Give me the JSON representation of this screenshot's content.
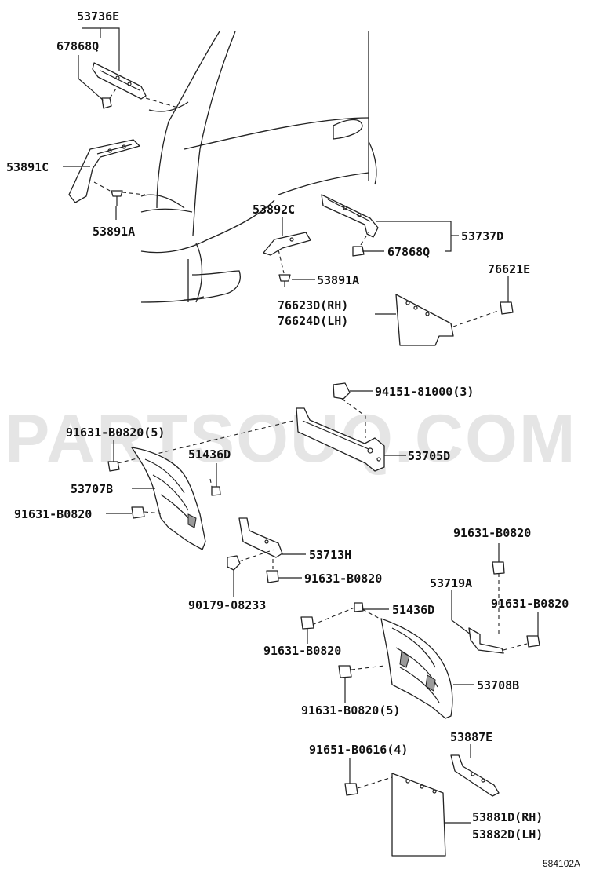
{
  "watermark": "PARTSOUQ.COM",
  "diagram_code": "584102A",
  "callouts": {
    "p53736E": "53736E",
    "p67868Q_top": "67868Q",
    "p53891C": "53891C",
    "p53891A_left": "53891A",
    "p53892C": "53892C",
    "p53737D": "53737D",
    "p67868Q_right": "67868Q",
    "p53891A_mid": "53891A",
    "p76621E": "76621E",
    "p76623D": "76623D(RH)",
    "p76624D": "76624D(LH)",
    "p94151": "94151-81000(3)",
    "p91631_top": "91631-B0820(5)",
    "p51436D_left": "51436D",
    "p53705D": "53705D",
    "p53707B": "53707B",
    "p91631_left": "91631-B0820",
    "p53713H": "53713H",
    "p91631_center": "91631-B0820",
    "p90179": "90179-08233",
    "p91631_right_top": "91631-B0820",
    "p53719A": "53719A",
    "p91631_right_mid": "91631-B0820",
    "p51436D_right": "51436D",
    "p91631_lower": "91631-B0820",
    "p53708B": "53708B",
    "p91631_lower5": "91631-B0820(5)",
    "p53887E": "53887E",
    "p91651": "91651-B0616(4)",
    "p53881D": "53881D(RH)",
    "p53882D": "53882D(LH)"
  }
}
